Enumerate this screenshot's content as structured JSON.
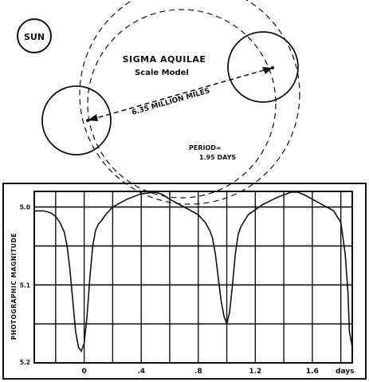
{
  "model": {
    "sun_label": "SUN",
    "title": "SIGMA AQUILAE",
    "subtitle": "Scale Model",
    "separation_label": "6.35 MILLION MILES",
    "period_label": "PERIOD=",
    "period_value": "1.95 DAYS"
  },
  "chart_data": {
    "type": "line",
    "title": "",
    "xlabel": "days",
    "ylabel": "PHOTOGRAPHIC MAGNITUDE",
    "x_ticks": [
      "0",
      ".4",
      ".8",
      "1.2",
      "1.6"
    ],
    "x_tick_values": [
      0,
      0.4,
      0.8,
      1.2,
      1.6
    ],
    "y_ticks": [
      "5.0",
      "5.1",
      "5.2"
    ],
    "y_tick_values": [
      5.0,
      5.1,
      5.2
    ],
    "xlim": [
      -0.35,
      1.88
    ],
    "ylim": [
      5.2,
      4.98
    ],
    "y_inverted": true,
    "grid": true,
    "series": [
      {
        "x": [
          -0.35,
          -0.29,
          -0.26,
          -0.23,
          -0.2,
          -0.17,
          -0.14,
          -0.12,
          -0.1,
          -0.08,
          -0.06,
          -0.04,
          -0.02,
          0.0,
          0.02,
          0.04,
          0.06,
          0.08,
          0.1,
          0.12,
          0.15,
          0.2,
          0.3,
          0.4,
          0.5,
          0.55,
          0.6,
          0.7,
          0.8,
          0.85,
          0.88,
          0.9,
          0.92,
          0.94,
          0.96,
          0.98,
          1.0,
          1.02,
          1.04,
          1.06,
          1.08,
          1.1,
          1.15,
          1.25,
          1.35,
          1.45,
          1.5,
          1.55,
          1.65,
          1.75,
          1.8,
          1.83,
          1.85,
          1.86,
          1.88
        ],
        "y": [
          5.005,
          5.005,
          5.006,
          5.008,
          5.012,
          5.02,
          5.032,
          5.05,
          5.08,
          5.12,
          5.16,
          5.18,
          5.185,
          5.175,
          5.14,
          5.09,
          5.05,
          5.03,
          5.022,
          5.018,
          5.01,
          5.0,
          4.99,
          4.983,
          4.981,
          4.984,
          4.99,
          5.0,
          5.01,
          5.02,
          5.03,
          5.04,
          5.06,
          5.09,
          5.12,
          5.14,
          5.15,
          5.135,
          5.1,
          5.06,
          5.035,
          5.025,
          5.01,
          4.997,
          4.988,
          4.981,
          4.981,
          4.985,
          4.995,
          5.005,
          5.02,
          5.06,
          5.11,
          5.16,
          5.18
        ]
      }
    ]
  }
}
